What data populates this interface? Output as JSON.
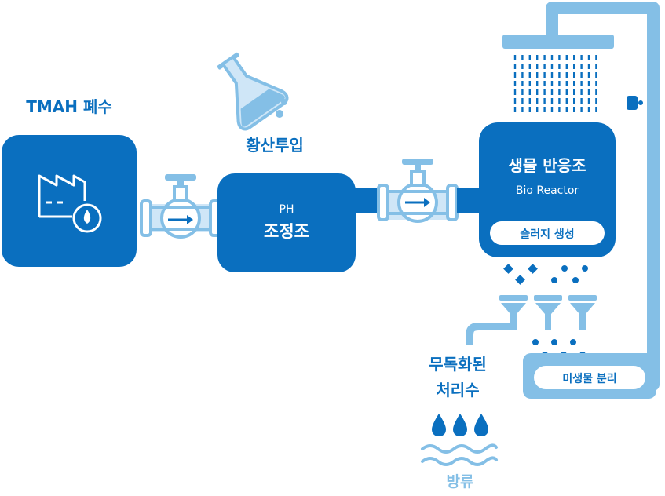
{
  "colors": {
    "primary": "#0a6fbf",
    "light": "#84bfe6",
    "lighter": "#cfe6f7",
    "white": "#ffffff",
    "text_dark": "#0a6fbf"
  },
  "source": {
    "label": "TMAH 폐수",
    "icon": "factory-drop-icon"
  },
  "additive": {
    "label": "황산투입",
    "icon": "flask-icon"
  },
  "ph_tank": {
    "line1": "PH",
    "line2": "조정조"
  },
  "reactor": {
    "title": "생물 반응조",
    "subtitle": "Bio Reactor",
    "badge": "슬러지 생성"
  },
  "separation": {
    "label": "미생물 분리"
  },
  "treated": {
    "line1": "무독화된",
    "line2": "처리수"
  },
  "discharge": {
    "label": "방류"
  },
  "icons": {
    "valve": "valve-icon",
    "arrow": "arrow-right-icon",
    "shower": "shower-head-icon",
    "funnel": "funnel-icon",
    "water_drop": "water-drop-icon",
    "wave": "wave-icon"
  }
}
